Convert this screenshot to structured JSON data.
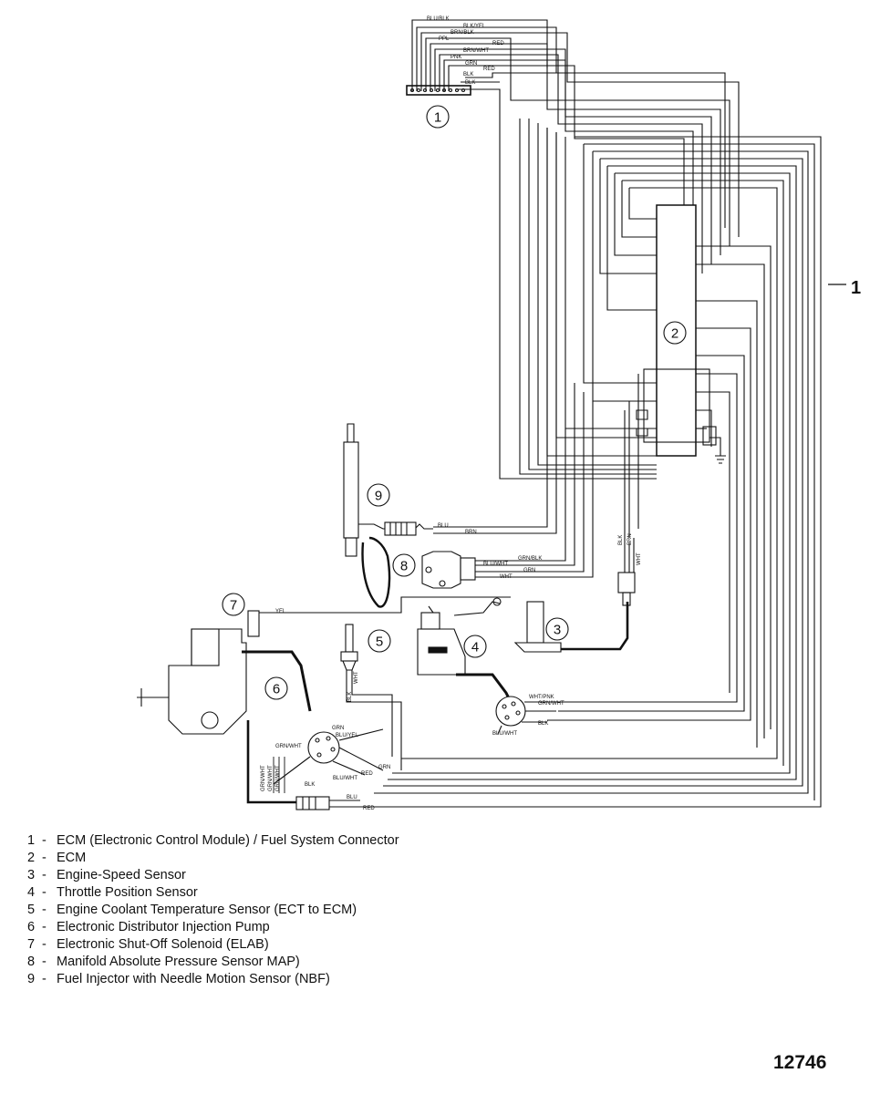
{
  "diagram": {
    "callouts": [
      "1",
      "2",
      "3",
      "4",
      "5",
      "6",
      "7",
      "8",
      "9"
    ],
    "side_label": "1",
    "wire_labels": {
      "connector": [
        "BLU/BLK",
        "BLK/YEL",
        "BRN/BLK",
        "PPL",
        "RED",
        "BRN/WHT",
        "PNK",
        "GRN",
        "BLK",
        "RED",
        "BLK"
      ],
      "injector": [
        "BLU",
        "BRN"
      ],
      "map": [
        "GRN/BLK",
        "BLU/WHT",
        "GRN",
        "WHT"
      ],
      "elab": [
        "YEL"
      ],
      "speed": [
        "BLK",
        "BRN",
        "WHT"
      ],
      "tps_plug": [
        "WHT/PNK",
        "GRN/WHT",
        "BLK",
        "BLU/WHT"
      ],
      "ect": [
        "BLK",
        "WHT"
      ],
      "pump_plug": [
        "GRN",
        "BLU/YEL",
        "GRN/WHT",
        "GRN",
        "BLU/WHT",
        "RED",
        "BLK"
      ],
      "pump_side": [
        "GRN/WHT",
        "GRN/WHT",
        "GRN/WHT"
      ],
      "bottom": [
        "BLU",
        "RED"
      ]
    }
  },
  "legend": [
    {
      "num": "1",
      "text": "ECM (Electronic Control Module) / Fuel System Connector"
    },
    {
      "num": "2",
      "text": "ECM"
    },
    {
      "num": "3",
      "text": "Engine-Speed Sensor"
    },
    {
      "num": "4",
      "text": "Throttle Position Sensor"
    },
    {
      "num": "5",
      "text": "Engine Coolant Temperature Sensor (ECT to ECM)"
    },
    {
      "num": "6",
      "text": "Electronic Distributor Injection Pump"
    },
    {
      "num": "7",
      "text": "Electronic Shut-Off Solenoid (ELAB)"
    },
    {
      "num": "8",
      "text": "Manifold Absolute Pressure Sensor MAP)"
    },
    {
      "num": "9",
      "text": "Fuel Injector with Needle Motion Sensor (NBF)"
    }
  ],
  "figure_number": "12746"
}
